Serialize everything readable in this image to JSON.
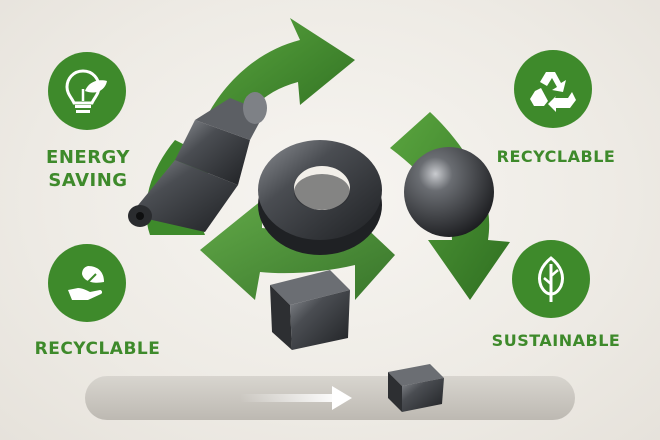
{
  "colors": {
    "green": "#3e8a2b",
    "green_dark": "#2f6f21",
    "green_light": "#5aa53f",
    "metal": "#3a3c3f",
    "background": "#efece6"
  },
  "badges": [
    {
      "id": "energy",
      "icon": "lightbulb-leaf-icon",
      "label_lines": [
        "ENERGY",
        "SAVING"
      ]
    },
    {
      "id": "recycle-top",
      "icon": "recycle-arrows-icon",
      "label_lines": [
        "RECYCLABLE"
      ]
    },
    {
      "id": "recycle-bottom",
      "icon": "leaf-hand-icon",
      "label_lines": [
        "RECYCLABLE"
      ]
    },
    {
      "id": "sustain",
      "icon": "leaf-icon",
      "label_lines": [
        "SUSTAINABLE"
      ]
    }
  ]
}
